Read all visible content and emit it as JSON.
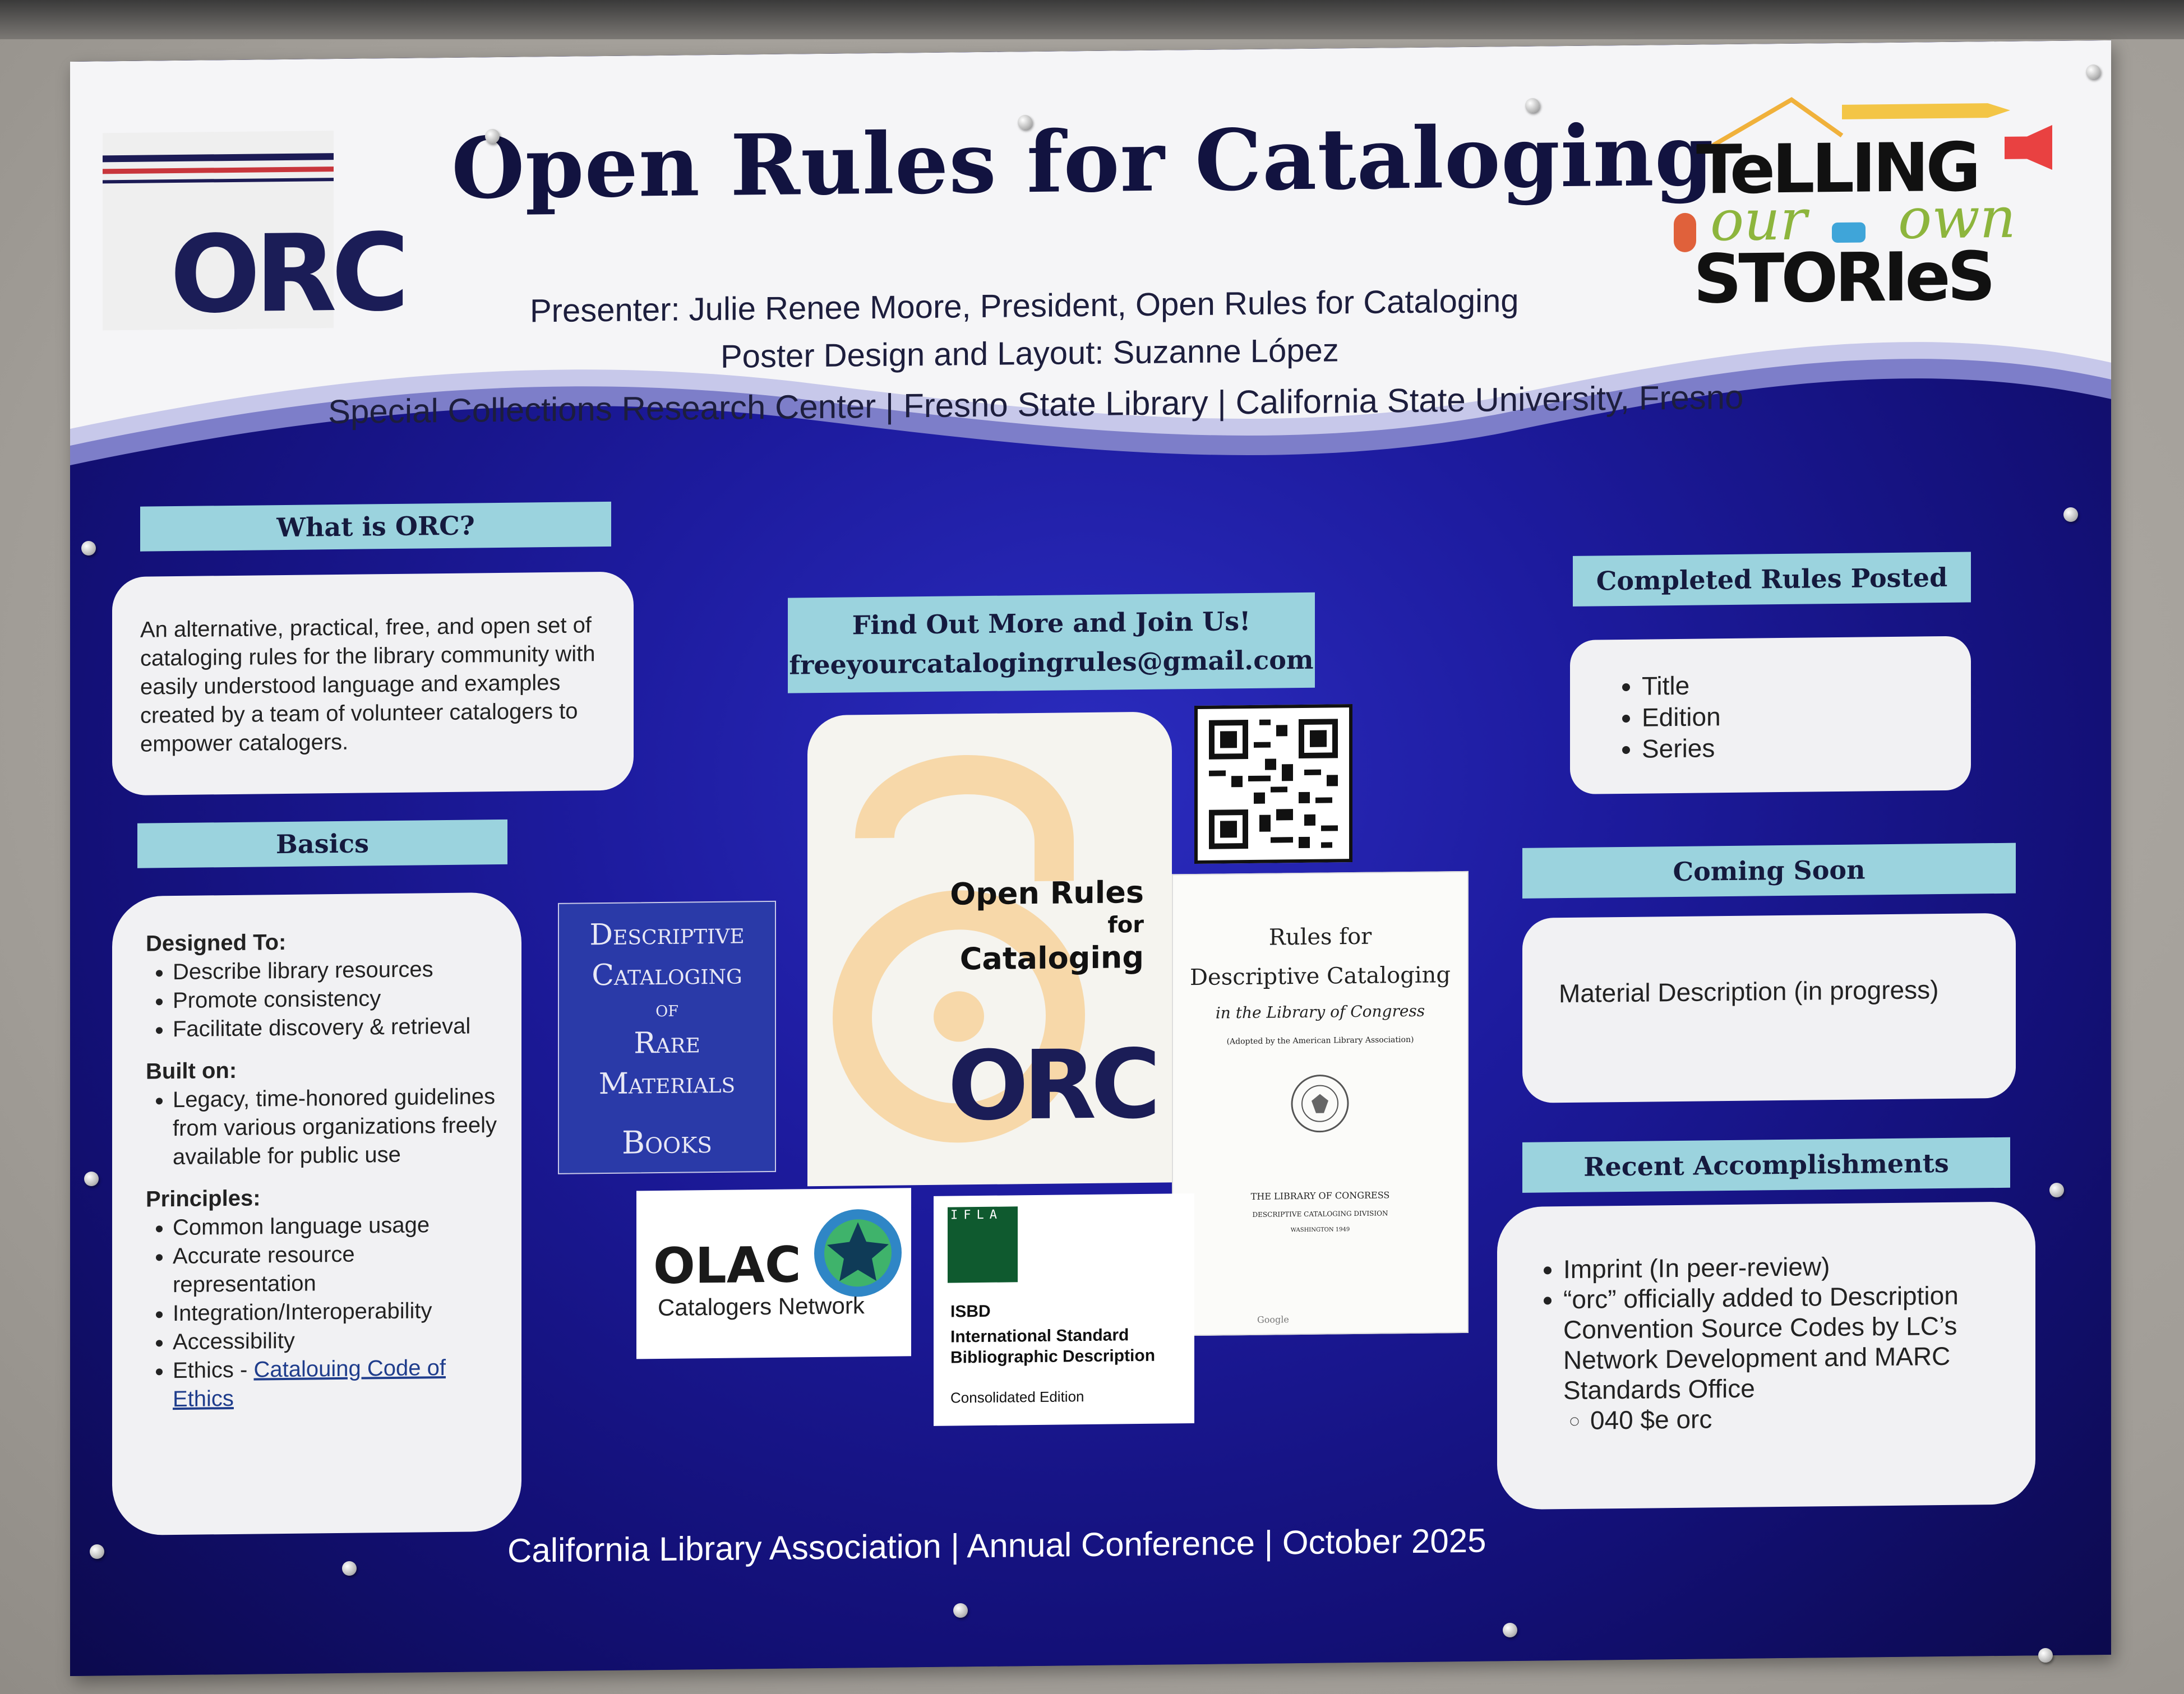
{
  "poster": {
    "title": "Open Rules for Cataloging",
    "presenter": "Presenter: Julie Renee Moore, President, Open Rules for Cataloging",
    "design": "Poster Design and Layout: Suzanne López",
    "affiliation": "Special Collections Research Center  | Fresno State Library  |  California State University, Fresno",
    "orc_logo_text": "ORC",
    "telling_logo": {
      "line1": "TeLLING",
      "line2a": "our",
      "line2b": "own",
      "line3": "STORIeS"
    },
    "footer": "California Library Association |  Annual Conference | October 2025"
  },
  "what_is_orc": {
    "label": "What is ORC?",
    "text": "An alternative, practical, free, and open set of cataloging rules for the library community with easily understood language and examples created by a team of volunteer catalogers to empower catalogers."
  },
  "basics": {
    "label": "Basics",
    "designed_heading": "Designed To:",
    "designed": [
      "Describe library resources",
      "Promote consistency",
      "Facilitate discovery  & retrieval"
    ],
    "built_heading": "Built on:",
    "built": [
      "Legacy, time-honored guidelines from various organizations freely available for public use"
    ],
    "principles_heading": "Principles:",
    "principles": [
      "Common language usage",
      "Accurate resource representation",
      "Integration/Interoperability",
      "Accessibility"
    ],
    "ethics_prefix": "Ethics - ",
    "ethics_link": "Catalouing Code of Ethics"
  },
  "find_out": {
    "label": "Find Out More and Join Us!",
    "email": "freeyourcatalogingrules@gmail.com"
  },
  "dcrm": {
    "line1": "Descriptive",
    "line2": "Cataloging",
    "line3": "of",
    "line4": "Rare",
    "line5": "Materials",
    "line6": "Books"
  },
  "orc_book": {
    "line1": "Open Rules",
    "line2": "for",
    "line3": "Cataloging",
    "logo": "ORC"
  },
  "lc_rules": {
    "line1": "Rules for",
    "line2": "Descriptive Cataloging",
    "line3": "in the Library of Congress",
    "line4": "(Adopted by the American Library Association)",
    "line5": "THE LIBRARY OF CONGRESS",
    "line6": "DESCRIPTIVE CATALOGING DIVISION",
    "line7": "WASHINGTON 1949",
    "line8": "Google"
  },
  "olac": {
    "name": "OLAC",
    "sub": "Catalogers Network"
  },
  "isbd": {
    "ifla": "IFLA",
    "line1": "ISBD",
    "line2": "International Standard",
    "line3": "Bibliographic Description",
    "line4": "Consolidated Edition"
  },
  "completed": {
    "label": "Completed Rules Posted",
    "items": [
      "Title",
      "Edition",
      "Series"
    ]
  },
  "coming": {
    "label": "Coming Soon",
    "text": "Material  Description (in progress)"
  },
  "recent": {
    "label": "Recent Accomplishments",
    "items": [
      "Imprint (In peer-review)",
      "“orc” officially added to Description Convention Source Codes by LC’s Network Development and MARC Standards Office"
    ],
    "subitem": "040 $e orc"
  },
  "colors": {
    "navy": "#131077",
    "label_blue": "#9bd3de",
    "card": "#f1f1f3",
    "open_access_orange": "#f7d8a9"
  }
}
